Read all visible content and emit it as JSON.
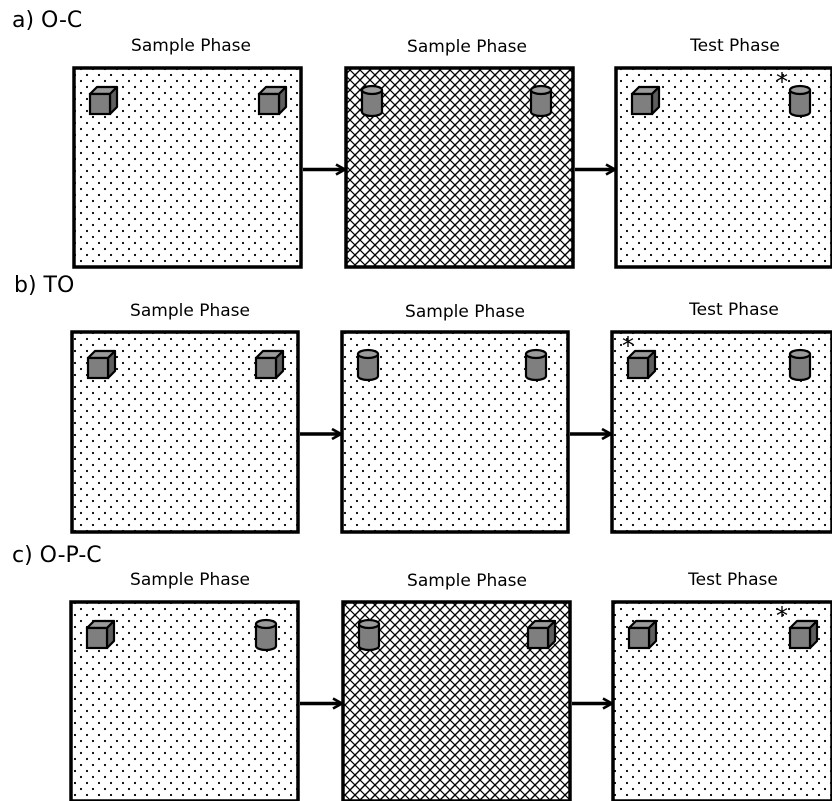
{
  "rows": [
    {
      "label": "a) O-C",
      "phases": [
        {
          "label": "Sample Phase",
          "context": "dots",
          "left_object": "cube",
          "right_object": "cube",
          "star": "none"
        },
        {
          "label": "Sample Phase",
          "context": "hatch",
          "left_object": "cylinder",
          "right_object": "cylinder",
          "star": "none"
        },
        {
          "label": "Test Phase",
          "context": "dots",
          "left_object": "cube",
          "right_object": "cylinder",
          "star": "right"
        }
      ]
    },
    {
      "label": "b) TO",
      "phases": [
        {
          "label": "Sample Phase",
          "context": "dots",
          "left_object": "cube",
          "right_object": "cube",
          "star": "none"
        },
        {
          "label": "Sample Phase",
          "context": "dots",
          "left_object": "cylinder",
          "right_object": "cylinder",
          "star": "none"
        },
        {
          "label": "Test Phase",
          "context": "dots",
          "left_object": "cube",
          "right_object": "cylinder",
          "star": "left"
        }
      ]
    },
    {
      "label": "c) O-P-C",
      "phases": [
        {
          "label": "Sample Phase",
          "context": "dots",
          "left_object": "cube",
          "right_object": "cylinder",
          "star": "none"
        },
        {
          "label": "Sample Phase",
          "context": "hatch",
          "left_object": "cylinder",
          "right_object": "cube",
          "star": "none"
        },
        {
          "label": "Test Phase",
          "context": "dots",
          "left_object": "cube",
          "right_object": "cube",
          "star": "right"
        }
      ]
    }
  ],
  "novelty_marker": "*",
  "colors": {
    "object_fill": "#7f7f7f",
    "object_top": "#9a9a9a",
    "object_side": "#5e5e5e",
    "stroke": "#000000",
    "background": "#ffffff"
  }
}
